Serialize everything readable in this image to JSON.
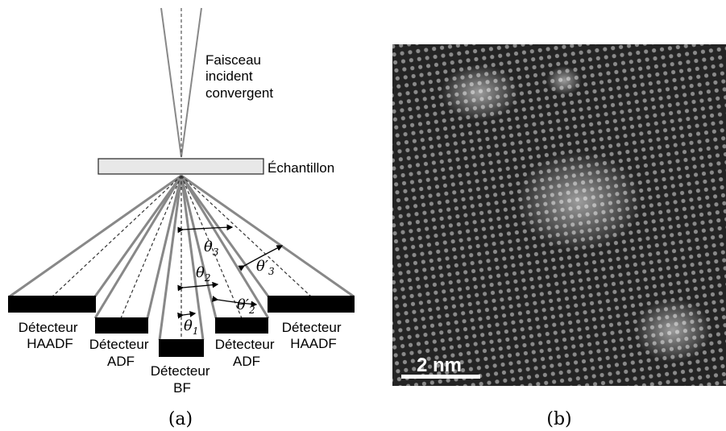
{
  "panel_a": {
    "beam_label": [
      "Faisceau",
      "incident",
      "convergent"
    ],
    "sample_label": "Échantillon",
    "detectors": {
      "haadf_left": [
        "Détecteur",
        "HAADF"
      ],
      "adf_left": [
        "Détecteur",
        "ADF"
      ],
      "bf": [
        "Détecteur",
        "BF"
      ],
      "adf_right": [
        "Détecteur",
        "ADF"
      ],
      "haadf_right": [
        "Détecteur",
        "HAADF"
      ]
    },
    "angles": {
      "theta1": "θ",
      "theta1_sub": "1",
      "theta2": "θ",
      "theta2_sub": "2",
      "theta2p": "θ′",
      "theta2p_sub": "2",
      "theta3": "θ",
      "theta3_sub": "3",
      "theta3p": "θ′",
      "theta3p_sub": "3"
    },
    "caption": "(a)"
  },
  "panel_b": {
    "scale_bar_label": "2 nm",
    "caption": "(b)"
  },
  "colors": {
    "detector": "#000000",
    "sample_fill": "#e8e8e8",
    "beam_stroke": "#888888",
    "image_bg": "#1a1a1a"
  }
}
